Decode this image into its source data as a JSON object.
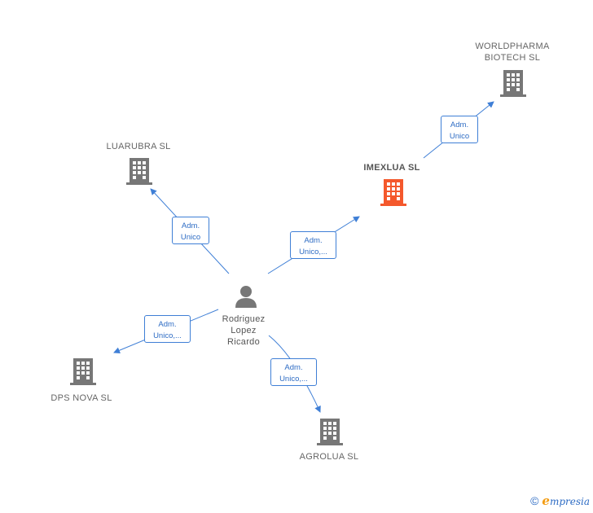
{
  "companies": {
    "worldpharma": {
      "label": "WORLDPHARMA\nBIOTECH  SL",
      "color": "#777777"
    },
    "imexlua": {
      "label": "IMEXLUA  SL",
      "color": "#f4582c"
    },
    "luarubra": {
      "label": "LUARUBRA  SL",
      "color": "#777777"
    },
    "dpsnova": {
      "label": "DPS NOVA  SL",
      "color": "#777777"
    },
    "agrolua": {
      "label": "AGROLUA  SL",
      "color": "#777777"
    }
  },
  "person": {
    "label": "Rodriguez\nLopez\nRicardo",
    "color": "#777777"
  },
  "edges": {
    "imexlua_worldpharma": {
      "label": "Adm.\nUnico"
    },
    "person_luarubra": {
      "label": "Adm.\nUnico"
    },
    "person_imexlua": {
      "label": "Adm.\nUnico,..."
    },
    "person_dpsnova": {
      "label": "Adm.\nUnico,..."
    },
    "person_agrolua": {
      "label": "Adm.\nUnico,..."
    }
  },
  "edge_color": "#3f7fd6",
  "footer": {
    "copyright": "©",
    "brand_initial": "e",
    "brand_rest": "mpresia"
  }
}
